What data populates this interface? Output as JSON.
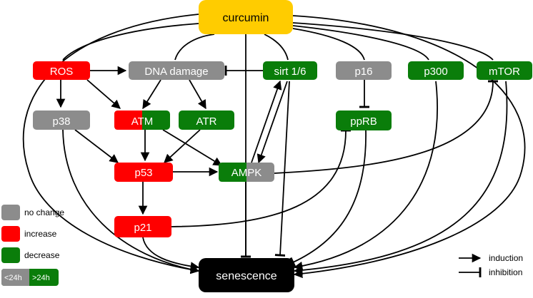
{
  "colors": {
    "no_change": "#8c8c8c",
    "increase": "#ff0000",
    "decrease": "#0a7d0a",
    "curcumin": "#ffcc00",
    "senescence": "#000000"
  },
  "nodes": {
    "curcumin": "curcumin",
    "ros": "ROS",
    "dna_damage": "DNA damage",
    "sirt": "sirt 1/6",
    "p16": "p16",
    "p300": "p300",
    "mtor": "mTOR",
    "p38": "p38",
    "atm": "ATM",
    "atr": "ATR",
    "pprb": "ppRB",
    "p53": "p53",
    "ampk": "AMPK",
    "p21": "p21",
    "senescence": "senescence"
  },
  "legend": {
    "no_change": "no change",
    "increase": "increase",
    "decrease": "decrease",
    "lt24": "<24h",
    "gt24": ">24h",
    "induction": "induction",
    "inhibition": "inhibition"
  }
}
